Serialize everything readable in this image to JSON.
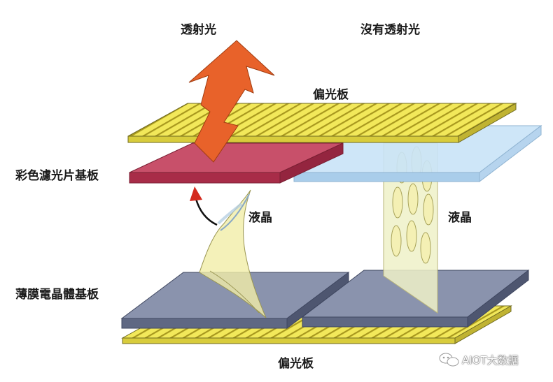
{
  "labels": {
    "transmitted_light": "透射光",
    "no_transmitted_light": "沒有透射光",
    "polarizer_top": "偏光板",
    "color_filter_substrate": "彩色濾光片基板",
    "liquid_crystal_left": "液晶",
    "liquid_crystal_right": "液晶",
    "tft_substrate": "薄膜電晶體基板",
    "polarizer_bottom": "偏光板"
  },
  "watermark": {
    "text": "AIOT大数据",
    "icon": "wechat-icon"
  },
  "colors": {
    "polarizer": "#f2e85a",
    "polarizer_stripe": "#9c8f1c",
    "color_filter": "#c8506a",
    "color_filter_side": "#a82c48",
    "clear_filter": "#c9e3f7",
    "tft_top": "#8a93ad",
    "tft_side": "#5f6883",
    "arrow": "#e8622a",
    "lc_column": "#eef1c8",
    "lc_ellipse": "#f4f0b4"
  }
}
